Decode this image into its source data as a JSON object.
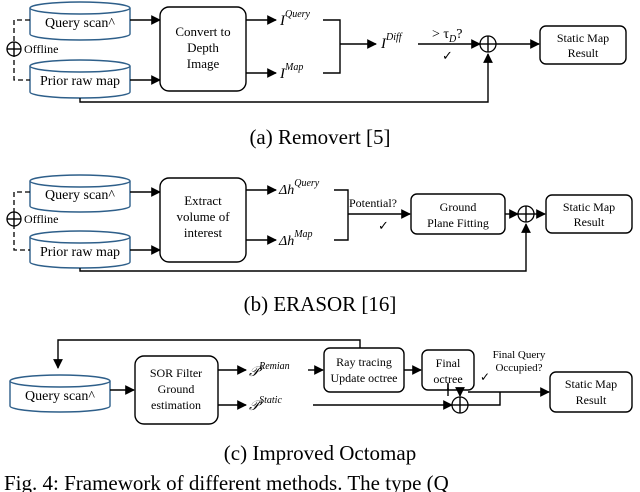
{
  "panel_a": {
    "query_scan": "Query scan^",
    "offline": "Offline",
    "prior_raw_map": "Prior raw map",
    "convert_line1": "Convert to",
    "convert_line2": "Depth",
    "convert_line3": "Image",
    "i_query_base": "I",
    "i_query_sup": "Query",
    "i_map_base": "I",
    "i_map_sup": "Map",
    "i_diff_base": "I",
    "i_diff_sup": "Diff",
    "threshold_op": "> τ",
    "threshold_sub": "D",
    "threshold_q": "?",
    "check": "✓",
    "result_line1": "Static Map",
    "result_line2": "Result",
    "caption": "(a) Removert [5]"
  },
  "panel_b": {
    "query_scan": "Query scan^",
    "offline": "Offline",
    "prior_raw_map": "Prior raw map",
    "extract_line1": "Extract",
    "extract_line2": "volume of",
    "extract_line3": "interest",
    "dh_query_base": "Δh",
    "dh_query_sup": "Query",
    "dh_map_base": "Δh",
    "dh_map_sup": "Map",
    "potential": "Potential?",
    "check": "✓",
    "ground_line1": "Ground",
    "ground_line2": "Plane Fitting",
    "result_line1": "Static Map",
    "result_line2": "Result",
    "caption": "(b) ERASOR [16]"
  },
  "panel_c": {
    "query_scan": "Query scan^",
    "sor_line1": "SOR Filter",
    "sor_line2": "Ground",
    "sor_line3": "estimation",
    "p_remian_base": "𝒫",
    "p_remian_sup": "Remian",
    "p_static_base": "𝒫",
    "p_static_sup": "Static",
    "ray_line1": "Ray tracing",
    "ray_line2": "Update octree",
    "final_line1": "Final",
    "final_line2": "octree",
    "fq_line1": "Final Query",
    "fq_line2": "Occupied?",
    "check": "✓",
    "result_line1": "Static Map",
    "result_line2": "Result",
    "caption": "(c) Improved Octomap"
  },
  "footer_fragment": "Fig. 4: Framework of different methods. The type (Q"
}
